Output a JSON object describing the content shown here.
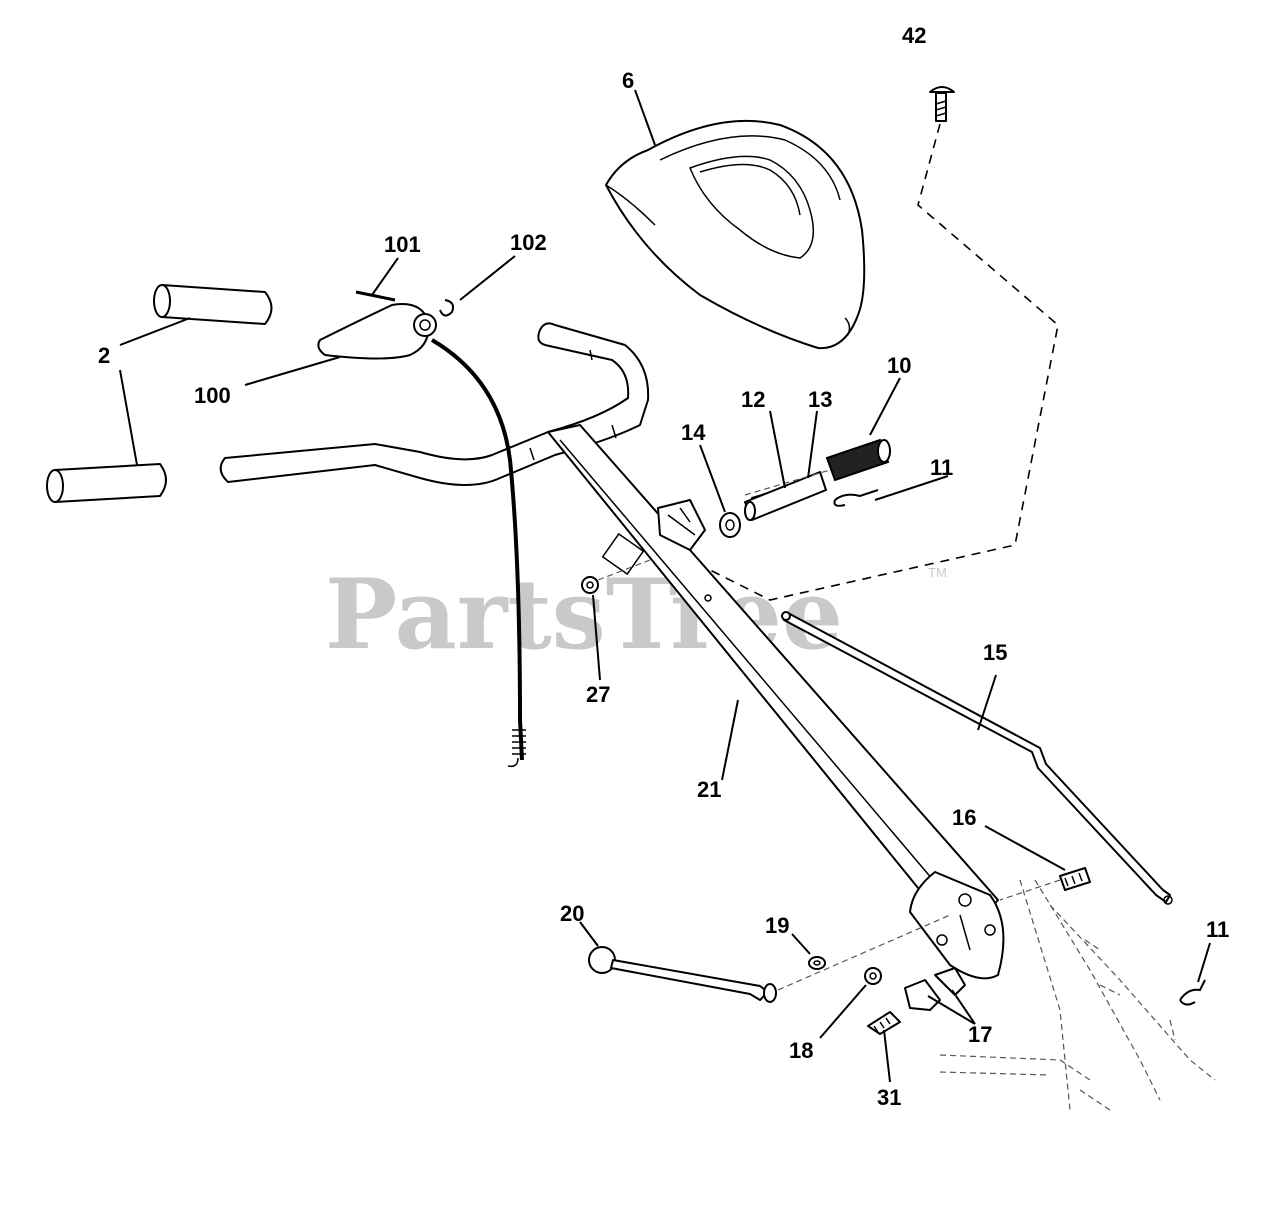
{
  "watermark": {
    "text": "PartsTree",
    "trademark": "TM"
  },
  "callouts": {
    "c42": "42",
    "c6": "6",
    "c101": "101",
    "c102": "102",
    "c2": "2",
    "c100": "100",
    "c10": "10",
    "c12": "12",
    "c13": "13",
    "c14": "14",
    "c11a": "11",
    "c27": "27",
    "c15": "15",
    "c21": "21",
    "c16": "16",
    "c20": "20",
    "c19": "19",
    "c11b": "11",
    "c18": "18",
    "c17": "17",
    "c31": "31"
  }
}
